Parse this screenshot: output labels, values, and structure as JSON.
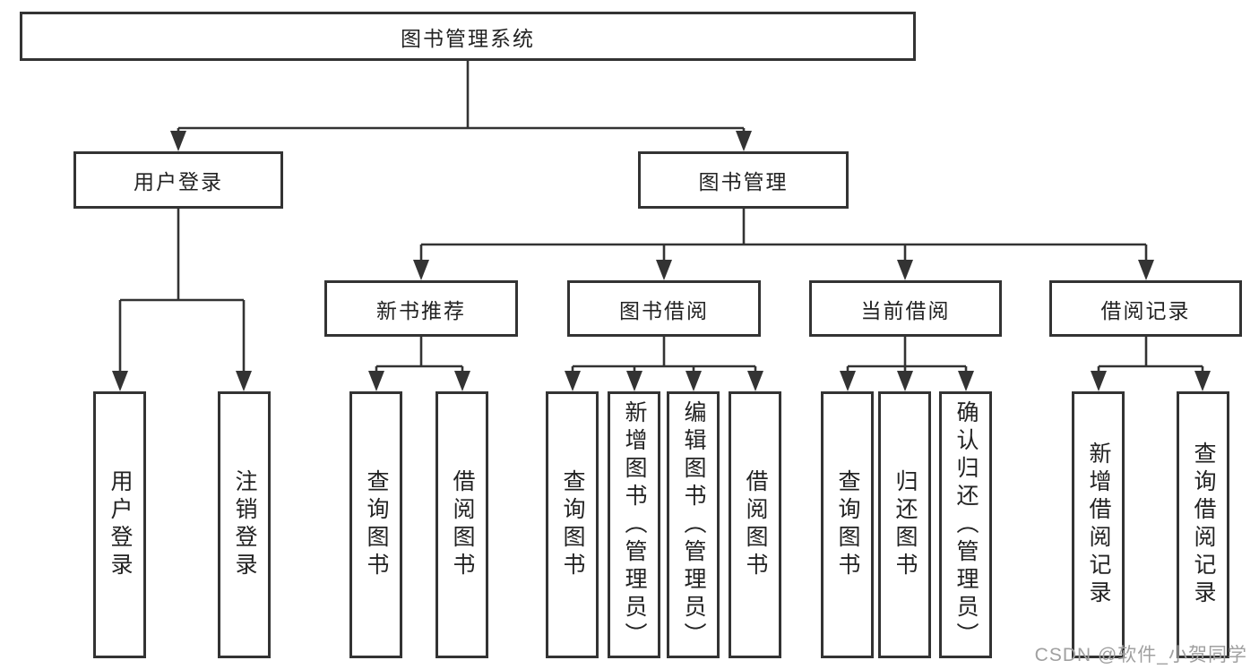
{
  "diagram": {
    "root": {
      "label": "图书管理系统"
    },
    "level2": [
      {
        "label": "用户登录"
      },
      {
        "label": "图书管理"
      }
    ],
    "level3": [
      {
        "label": "新书推荐"
      },
      {
        "label": "图书借阅"
      },
      {
        "label": "当前借阅"
      },
      {
        "label": "借阅记录"
      }
    ],
    "leaves": {
      "user_login": [
        {
          "label": "用户登录"
        },
        {
          "label": "注销登录"
        }
      ],
      "new_book": [
        {
          "label": "查询图书"
        },
        {
          "label": "借阅图书"
        }
      ],
      "book_borrow": [
        {
          "label": "查询图书"
        },
        {
          "label": "新增图书（管理员）"
        },
        {
          "label": "编辑图书（管理员）"
        },
        {
          "label": "借阅图书"
        }
      ],
      "current_borrow": [
        {
          "label": "查询图书"
        },
        {
          "label": "归还图书"
        },
        {
          "label": "确认归还（管理员）"
        }
      ],
      "borrow_record": [
        {
          "label": "新增借阅记录"
        },
        {
          "label": "查询借阅记录"
        }
      ]
    }
  },
  "watermark": {
    "text": "CSDN @软件_小贺同学"
  },
  "colors": {
    "line": "#333333",
    "box_background": "#ffffff",
    "text": "#222222",
    "watermark": "#a0a0a0"
  }
}
